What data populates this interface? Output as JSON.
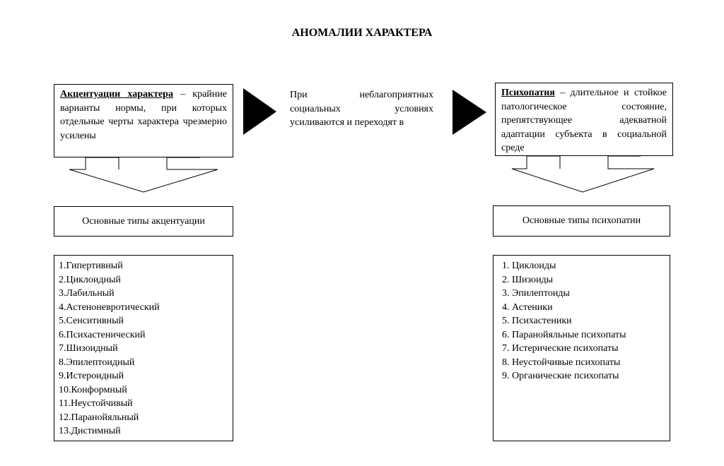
{
  "title": "АНОМАЛИИ ХАРАКТЕРА",
  "left": {
    "term": "Акцентуации характера",
    "definition": " – крайние варианты нормы, при которых отдельные черты характера чрезмерно усилены",
    "types_header": "Основные типы акцентуации",
    "types": [
      "1.Гипертивный",
      "2.Циклоидный",
      "3.Лабильный",
      "4.Астеноневротический",
      "5.Сенситивный",
      "6.Психастенический",
      "7.Шизоидный",
      "8.Эпилептоидный",
      "9.Истероидный",
      "10.Конформный",
      "11.Неустойчивый",
      "12.Паранойяльный",
      "13.Дистимный"
    ]
  },
  "middle": {
    "text": "При неблагоприятных социальных условиях усиливаются и переходят в"
  },
  "right": {
    "term": "Психопатия",
    "definition": " – длительное и стойкое патологическое состояние, препятствующее адекватной адаптации субъекта в социальной среде",
    "types_header": "Основные типы психопатии",
    "types": [
      "1. Циклоиды",
      "2. Шизоиды",
      "3. Эпилептоиды",
      "4. Астеники",
      "5. Психастеники",
      "6. Паранойяльные психопаты",
      "7. Истерические психопаты",
      "8. Неустойчивые психопаты",
      "9. Органические психопаты"
    ]
  }
}
